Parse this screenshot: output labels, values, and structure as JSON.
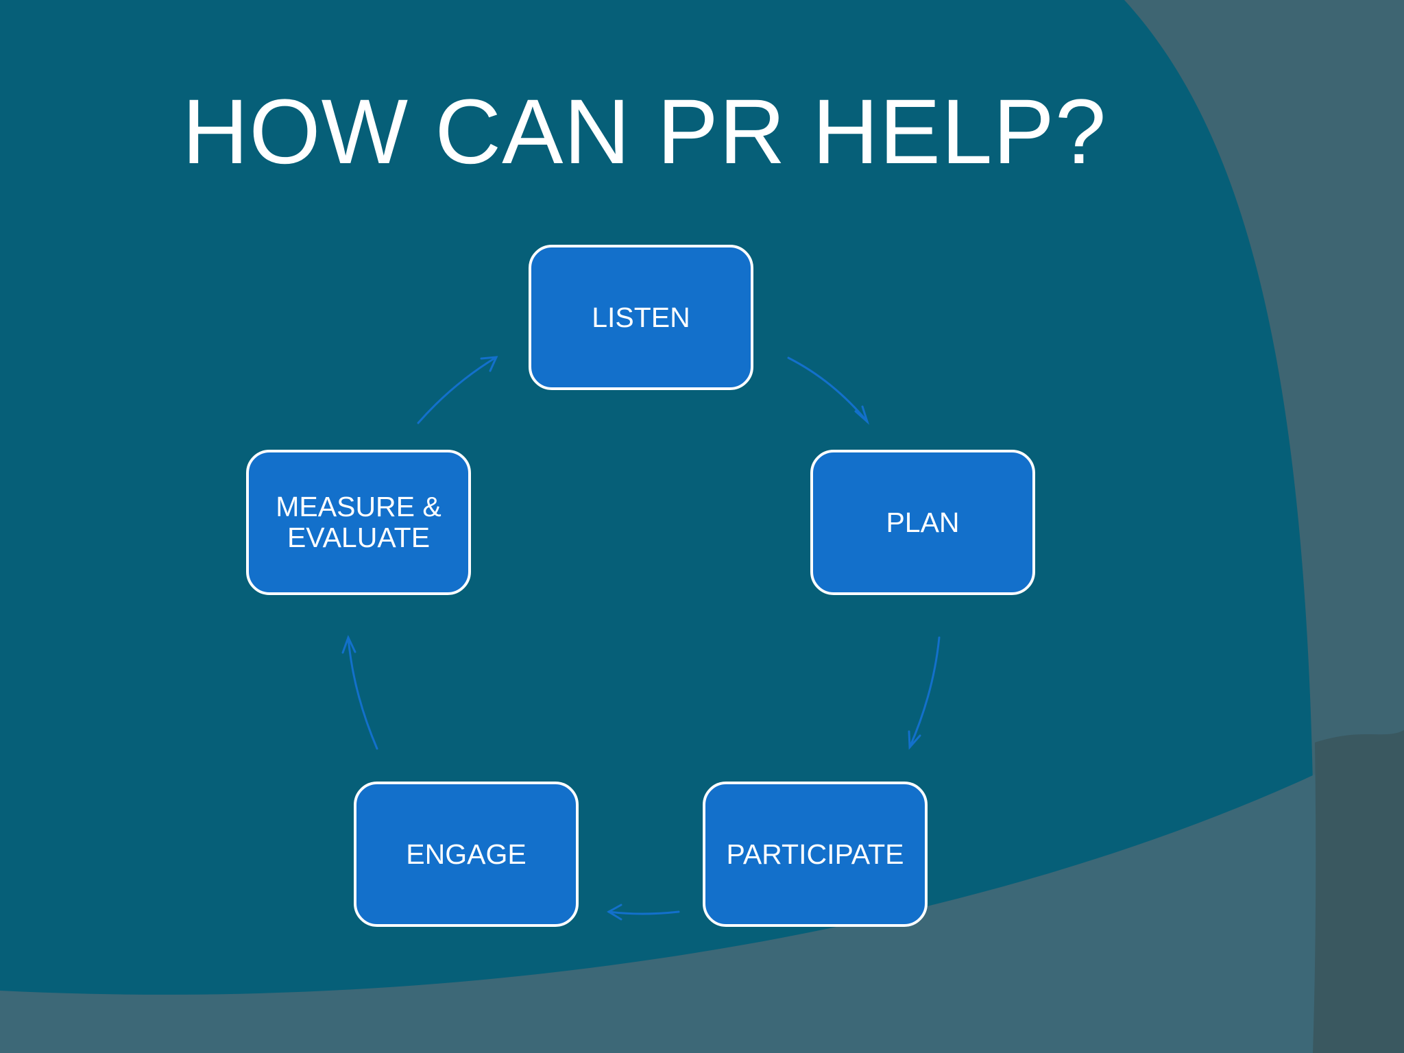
{
  "title": "HOW CAN PR HELP?",
  "cycle": {
    "nodes": [
      {
        "label": "LISTEN"
      },
      {
        "label": "PLAN"
      },
      {
        "label": "PARTICIPATE"
      },
      {
        "label": "ENGAGE"
      },
      {
        "label": "MEASURE & EVALUATE"
      }
    ],
    "arrow_direction": "clockwise"
  },
  "colors": {
    "background": "#065f78",
    "node_fill": "#1370cb",
    "node_border": "#ffffff",
    "arrow": "#1370cb",
    "text": "#ffffff",
    "accent_shape": "#3d6877"
  }
}
